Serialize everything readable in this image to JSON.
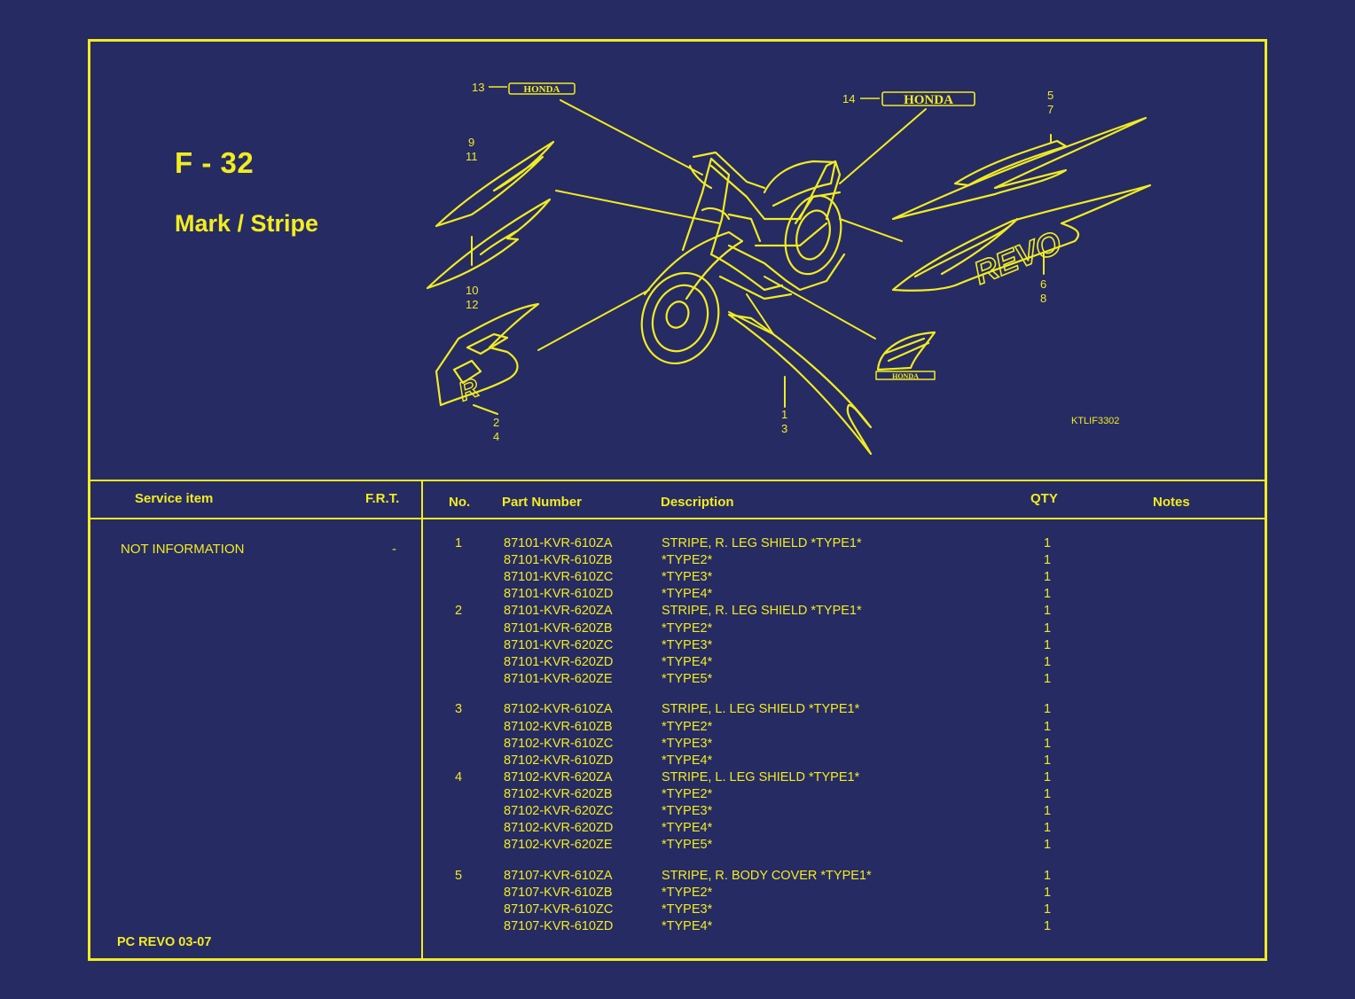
{
  "figure": {
    "code": "F - 32",
    "name": "Mark / Stripe",
    "diagram_code": "KTLIF3302"
  },
  "callouts": {
    "c13": "13",
    "c14": "14",
    "c5": "5",
    "c7": "7",
    "c9": "9",
    "c11": "11",
    "c10": "10",
    "c12": "12",
    "c6": "6",
    "c8": "8",
    "c2": "2",
    "c4": "4",
    "c1": "1",
    "c3": "3"
  },
  "emblems": {
    "honda_small": "HONDA",
    "honda_large": "HONDA",
    "honda_wing": "HONDA",
    "revo": "REVO",
    "r_logo": "R"
  },
  "headers": {
    "service_item": "Service item",
    "frt": "F.R.T.",
    "no": "No.",
    "part_number": "Part Number",
    "description": "Description",
    "qty": "QTY",
    "notes": "Notes"
  },
  "service": {
    "item": "NOT INFORMATION",
    "frt": "-"
  },
  "model": "PC REVO   03-07",
  "colors": {
    "background": "#262b64",
    "foreground": "#f2ec1f"
  },
  "parts": [
    {
      "no": "1",
      "part": "87101-KVR-610ZA",
      "desc": "STRIPE, R. LEG SHIELD  *TYPE1*",
      "qty": "1"
    },
    {
      "no": "",
      "part": "87101-KVR-610ZB",
      "desc": "*TYPE2*",
      "qty": "1"
    },
    {
      "no": "",
      "part": "87101-KVR-610ZC",
      "desc": "*TYPE3*",
      "qty": "1"
    },
    {
      "no": "",
      "part": "87101-KVR-610ZD",
      "desc": "*TYPE4*",
      "qty": "1"
    },
    {
      "no": "2",
      "part": "87101-KVR-620ZA",
      "desc": "STRIPE, R. LEG SHIELD   *TYPE1*",
      "qty": "1"
    },
    {
      "no": "",
      "part": "87101-KVR-620ZB",
      "desc": "*TYPE2*",
      "qty": "1"
    },
    {
      "no": "",
      "part": "87101-KVR-620ZC",
      "desc": "*TYPE3*",
      "qty": "1"
    },
    {
      "no": "",
      "part": "87101-KVR-620ZD",
      "desc": "*TYPE4*",
      "qty": "1"
    },
    {
      "no": "",
      "part": "87101-KVR-620ZE",
      "desc": "*TYPE5*",
      "qty": "1"
    },
    {
      "no": "3",
      "part": "87102-KVR-610ZA",
      "desc": "STRIPE, L. LEG SHIELD  *TYPE1*",
      "qty": "1"
    },
    {
      "no": "",
      "part": "87102-KVR-610ZB",
      "desc": "*TYPE2*",
      "qty": "1"
    },
    {
      "no": "",
      "part": "87102-KVR-610ZC",
      "desc": "*TYPE3*",
      "qty": "1"
    },
    {
      "no": "",
      "part": "87102-KVR-610ZD",
      "desc": "*TYPE4*",
      "qty": "1"
    },
    {
      "no": "4",
      "part": "87102-KVR-620ZA",
      "desc": "STRIPE, L. LEG SHIELD  *TYPE1*",
      "qty": "1"
    },
    {
      "no": "",
      "part": "87102-KVR-620ZB",
      "desc": "*TYPE2*",
      "qty": "1"
    },
    {
      "no": "",
      "part": "87102-KVR-620ZC",
      "desc": "*TYPE3*",
      "qty": "1"
    },
    {
      "no": "",
      "part": "87102-KVR-620ZD",
      "desc": "*TYPE4*",
      "qty": "1"
    },
    {
      "no": "",
      "part": "87102-KVR-620ZE",
      "desc": "*TYPE5*",
      "qty": "1"
    },
    {
      "no": "5",
      "part": "87107-KVR-610ZA",
      "desc": "STRIPE, R. BODY COVER   *TYPE1*",
      "qty": "1"
    },
    {
      "no": "",
      "part": "87107-KVR-610ZB",
      "desc": "*TYPE2*",
      "qty": "1"
    },
    {
      "no": "",
      "part": "87107-KVR-610ZC",
      "desc": "*TYPE3*",
      "qty": "1"
    },
    {
      "no": "",
      "part": "87107-KVR-610ZD",
      "desc": "*TYPE4*",
      "qty": "1"
    }
  ]
}
